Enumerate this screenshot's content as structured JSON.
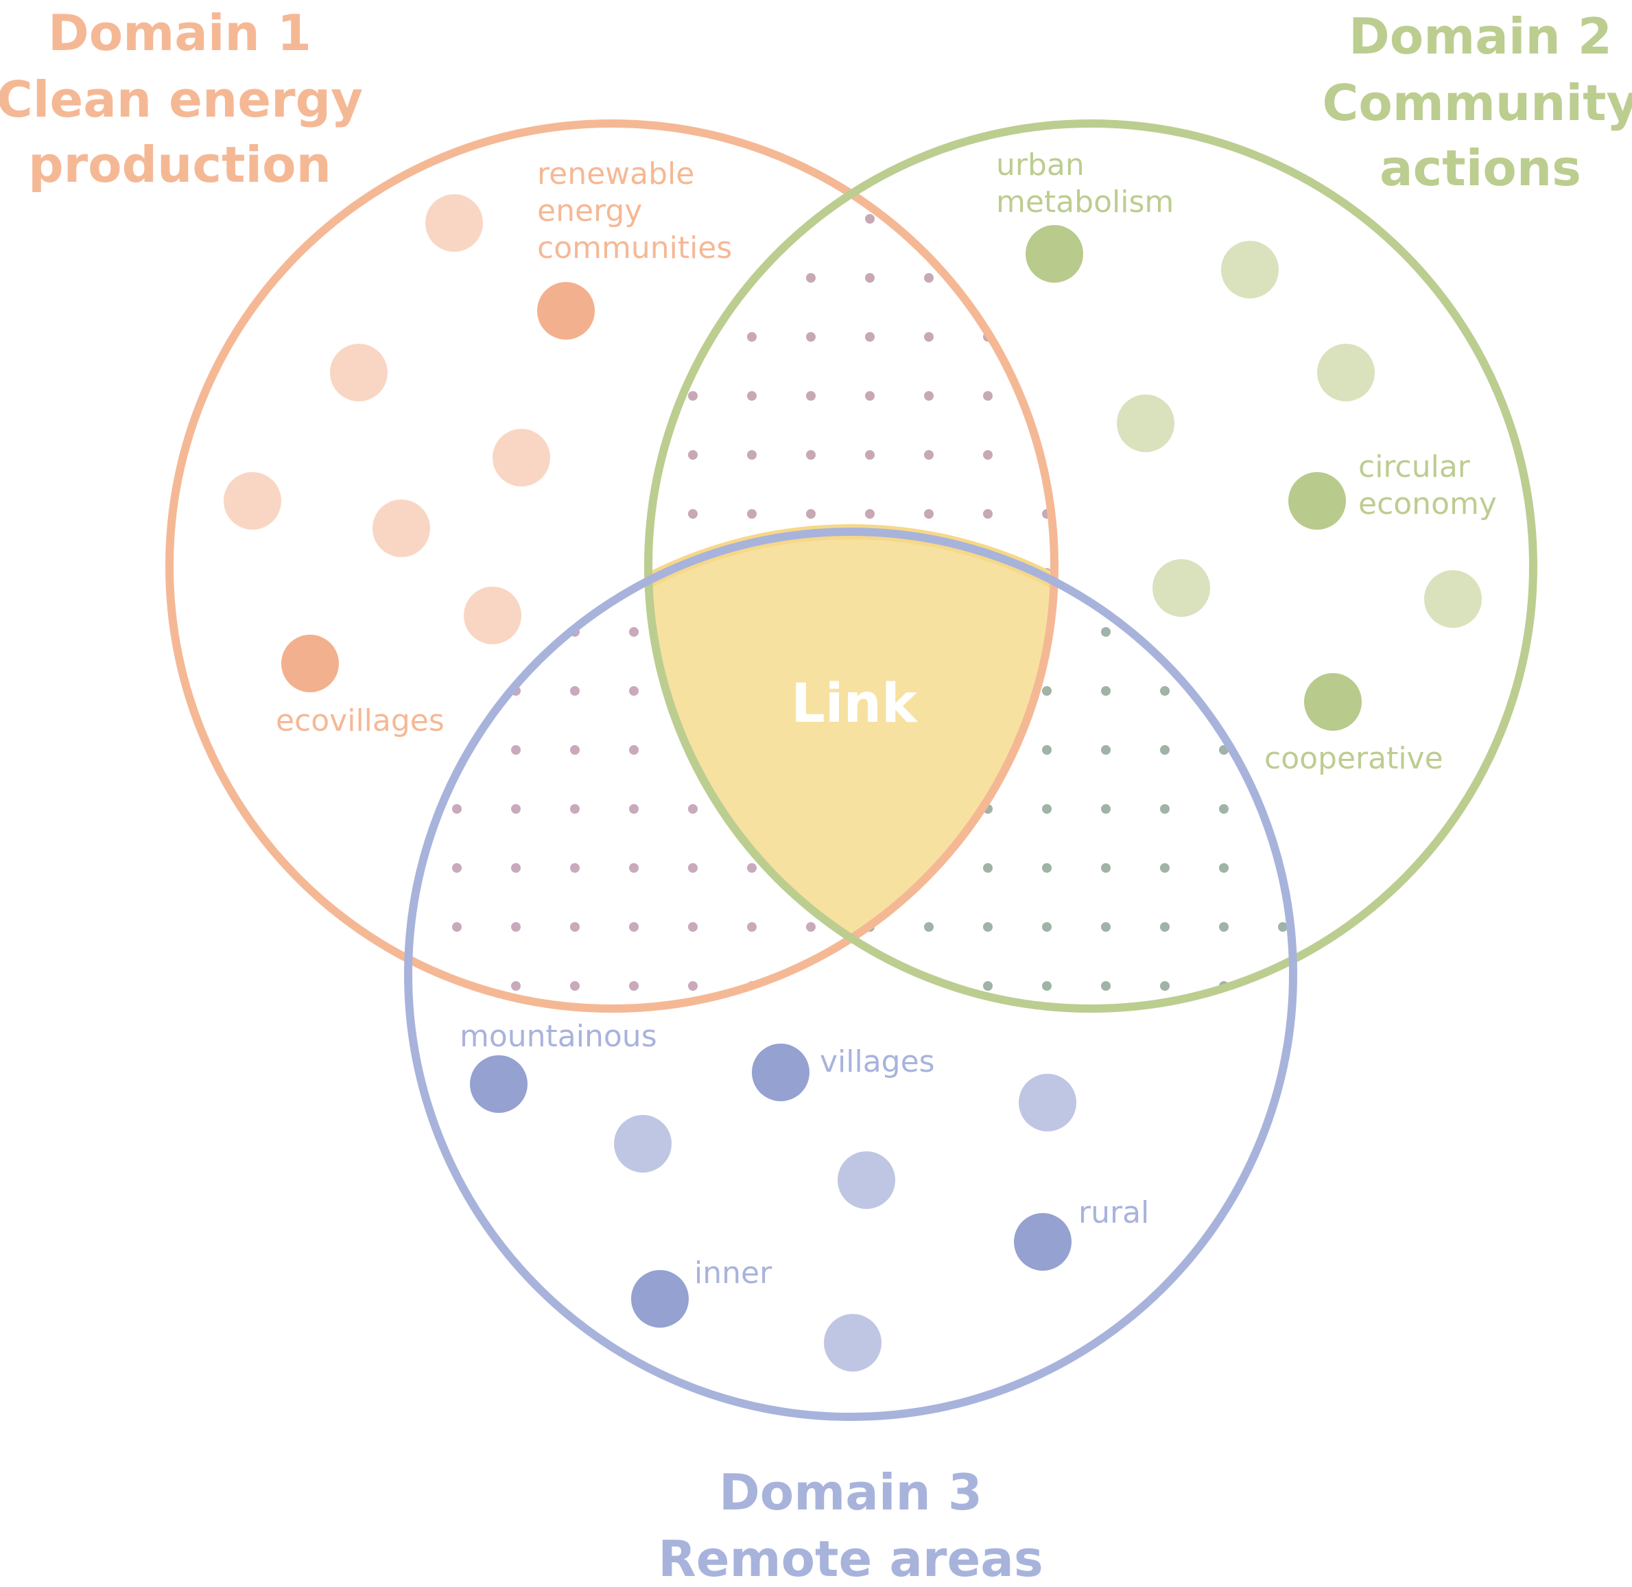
{
  "colors": {
    "domain1": "#f5b895",
    "domain1_light": "#f9d6c3",
    "domain1_dark": "#f3b08e",
    "domain2": "#bccd90",
    "domain2_light": "#d9e2bd",
    "domain2_dark": "#b8ca8c",
    "domain3": "#a8b3dc",
    "domain3_light": "#bfc6e4",
    "domain3_dark": "#95a1d0",
    "link_fill": "#f7e1a0",
    "link_stroke": "#f6d888",
    "dots_12": "#c8a8b5",
    "dots_13": "#c9a9bb",
    "dots_23": "#9fb3a6"
  },
  "domain1": {
    "line1": "Domain 1",
    "line2": "Clean energy",
    "line3": "production"
  },
  "domain2": {
    "line1": "Domain 2",
    "line2": "Community",
    "line3": "actions"
  },
  "domain3": {
    "line1": "Domain 3",
    "line2": "Remote areas"
  },
  "center_label": "Link",
  "labels": {
    "renewable": [
      "renewable",
      "energy",
      "communities"
    ],
    "ecovillages": "ecovillages",
    "urban": [
      "urban",
      "metabolism"
    ],
    "circular": [
      "circular",
      "economy"
    ],
    "cooperative": "cooperative",
    "mountainous": "mountainous",
    "villages": "villages",
    "rural": "rural",
    "inner": "inner"
  }
}
